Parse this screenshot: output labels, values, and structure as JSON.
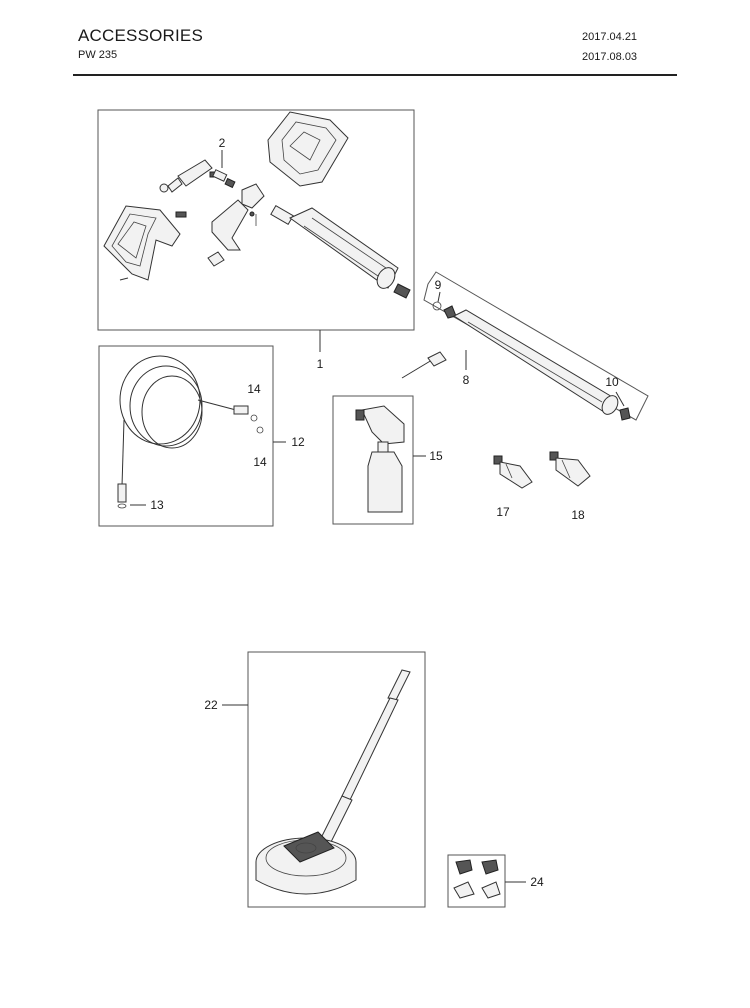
{
  "header": {
    "title": "ACCESSORIES",
    "model": "PW 235",
    "date_1": "2017.04.21",
    "date_2": "2017.08.03"
  },
  "callouts": {
    "c1": "1",
    "c2": "2",
    "c8": "8",
    "c9": "9",
    "c10": "10",
    "c12": "12",
    "c13": "13",
    "c14a": "14",
    "c14b": "14",
    "c15": "15",
    "c17": "17",
    "c18": "18",
    "c22": "22",
    "c24": "24"
  },
  "groups": [
    {
      "id": "1",
      "depicts": "spray-gun-assembly"
    },
    {
      "id": "8",
      "depicts": "extension-lance"
    },
    {
      "id": "12",
      "depicts": "high-pressure-hose"
    },
    {
      "id": "15",
      "depicts": "foam-bottle"
    },
    {
      "id": "17",
      "depicts": "nozzle"
    },
    {
      "id": "18",
      "depicts": "nozzle"
    },
    {
      "id": "22",
      "depicts": "patio-cleaner"
    },
    {
      "id": "24",
      "depicts": "connector-set"
    }
  ]
}
